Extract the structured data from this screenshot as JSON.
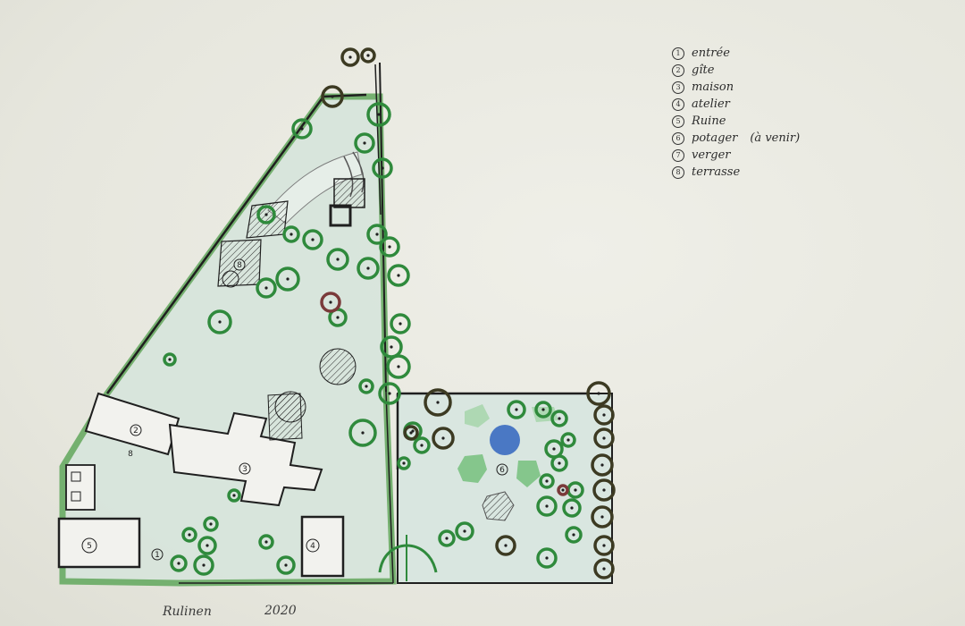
{
  "legend": {
    "items": [
      {
        "num": "1",
        "label": "entrée"
      },
      {
        "num": "2",
        "label": "gîte"
      },
      {
        "num": "3",
        "label": "maison"
      },
      {
        "num": "4",
        "label": "atelier"
      },
      {
        "num": "5",
        "label": "Ruine"
      },
      {
        "num": "6",
        "label": "potager",
        "note": "(à venir)"
      },
      {
        "num": "7",
        "label": "verger"
      },
      {
        "num": "8",
        "label": "terrasse"
      }
    ]
  },
  "plan_labels": {
    "entree": "1",
    "gite": "2",
    "maison": "3",
    "atelier": "4",
    "ruine": "5",
    "potager": "6",
    "terrasse_a": "8",
    "terrasse_b": "8"
  },
  "signature": {
    "name": "Rulinen",
    "year": "2020"
  },
  "colors": {
    "ink": "#1f1f1f",
    "tree_green": "#2f8a3c",
    "dark_tree": "#3c3a22",
    "lawn": "#d9e6df",
    "lawn_edge": "#6fae6a",
    "pond": "#4a78c4",
    "plum_tree": "#7a3a3a"
  }
}
